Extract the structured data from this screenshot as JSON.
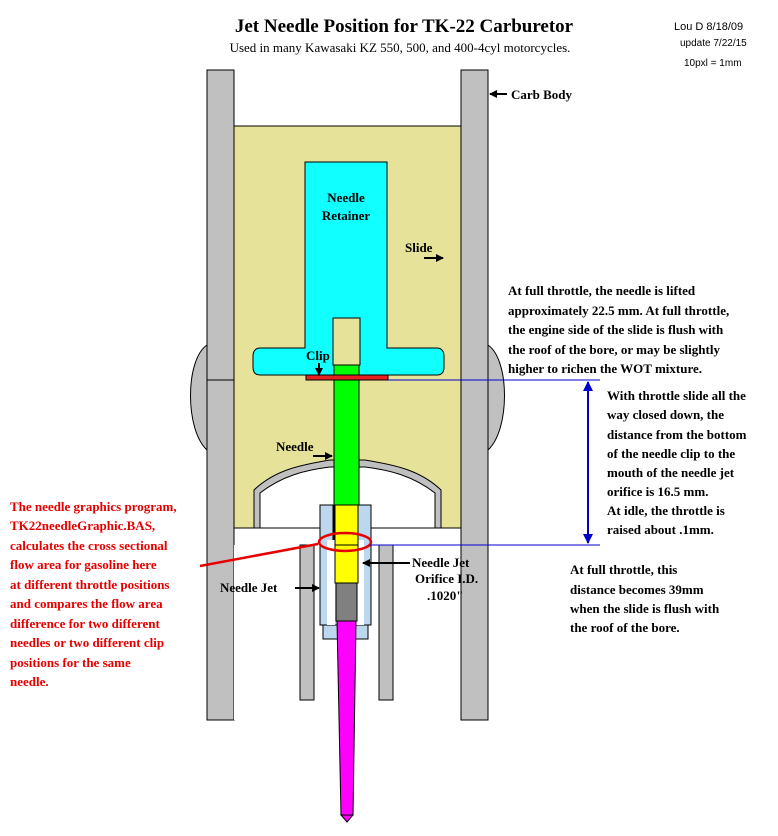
{
  "header": {
    "title": "Jet Needle Position for TK-22 Carburetor",
    "subtitle": "Used in many Kawasaki KZ 550, 500, and 400-4cyl motorcycles.",
    "author": "Lou D 8/18/09",
    "update": "update 7/22/15",
    "scale": "10pxl = 1mm"
  },
  "labels": {
    "carb_body": "Carb Body",
    "needle_retainer": [
      "Needle",
      "Retainer"
    ],
    "slide": "Slide",
    "clip": "Clip",
    "needle": "Needle",
    "needle_jet": "Needle Jet",
    "orifice": [
      "Needle Jet",
      "Orifice I.D.",
      ".1020\""
    ]
  },
  "notes": {
    "full_throttle": [
      "At full throttle, the needle is lifted",
      "approximately 22.5 mm. At full throttle,",
      "the engine side of the slide is flush with",
      "the roof of the bore, or may be slightly",
      "higher to richen the WOT mixture."
    ],
    "closed_slide": [
      "With throttle slide all the",
      "way closed down, the",
      "distance from the bottom",
      "of the needle clip to the",
      "mouth of the needle jet",
      "orifice is 16.5 mm.",
      "At idle, the throttle is",
      "raised about .1mm."
    ],
    "full_distance": [
      "At full throttle, this",
      "distance becomes 39mm",
      "when the slide is flush with",
      "the roof of the bore."
    ],
    "program": [
      "The needle graphics program,",
      "TK22needleGraphic.BAS,",
      "calculates the cross sectional",
      "flow area for gasoline here",
      "at different throttle positions",
      "and compares the flow area",
      "difference for two different",
      "needles or two different clip",
      "positions for the same",
      "needle."
    ]
  },
  "colors": {
    "carb_body": "#c0c0c0",
    "slide": "#e6e29a",
    "retainer": "#10ffff",
    "needle_green": "#00ff00",
    "needle_yellow": "#ffff00",
    "needle_gray": "#808080",
    "needle_magenta": "#ff00ff",
    "jet": "#bcd7ee",
    "clip": "#e62020",
    "note_blue": "#0000cc",
    "note_red": "#e60000"
  }
}
